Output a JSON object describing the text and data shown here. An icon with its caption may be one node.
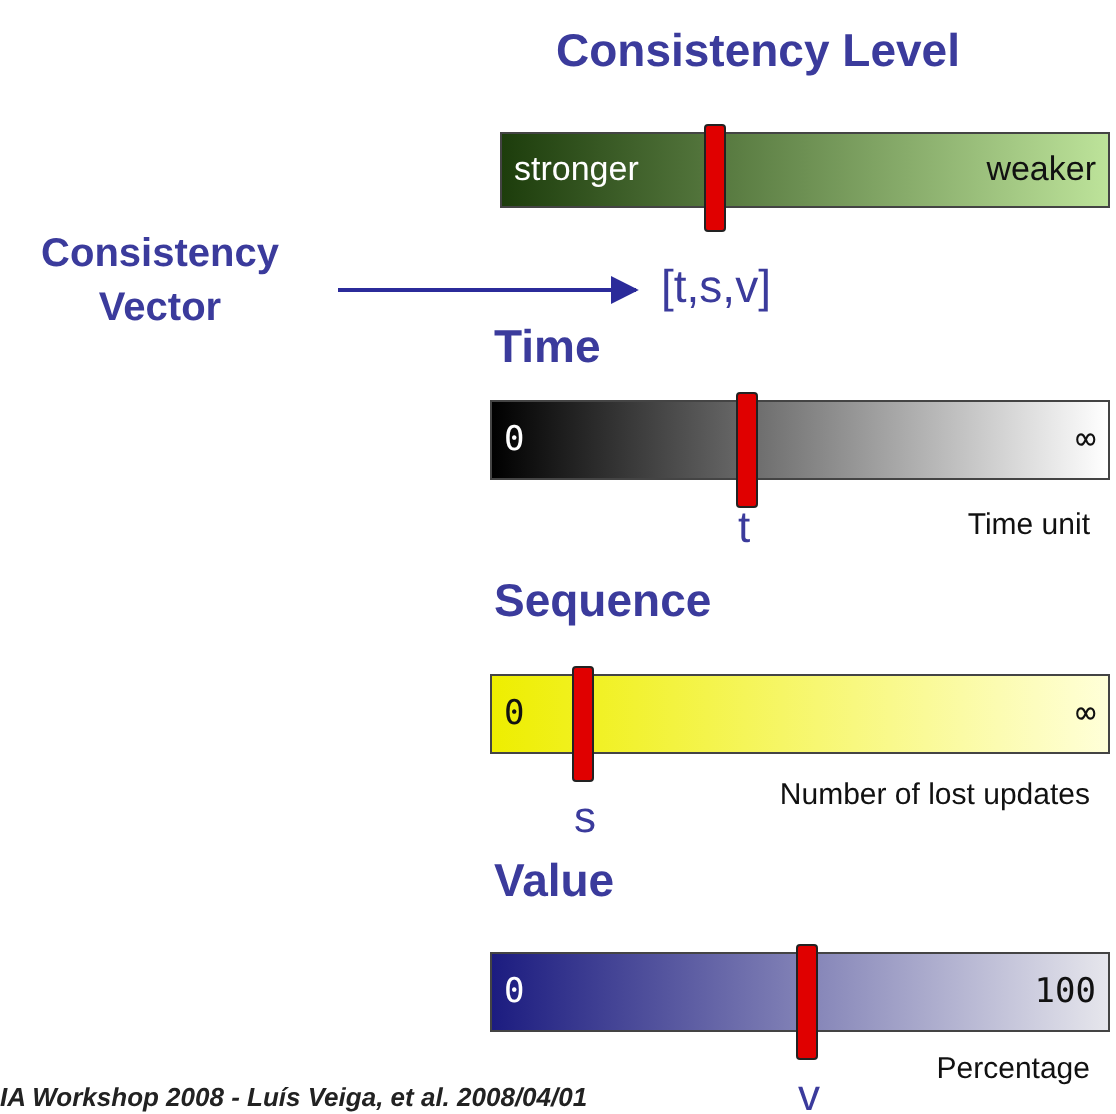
{
  "diagram": {
    "nodes": [
      {
        "text": [
          "Consistency Level",
          "stronger",
          "weaker"
        ]
      },
      {
        "text": [
          "Consistency Vector"
        ]
      },
      {
        "text": [
          "[t,s,v]"
        ]
      },
      {
        "text": [
          "Time",
          "0",
          "∞"
        ],
        "beside": [
          "t",
          "Time unit"
        ]
      },
      {
        "text": [
          "Sequence",
          "0",
          "∞"
        ],
        "beside": [
          "s",
          "Number of lost updates"
        ]
      },
      {
        "text": [
          "Value",
          "0",
          "100"
        ],
        "beside": [
          "v",
          "Percentage"
        ]
      }
    ],
    "edges": [
      {
        "from": 1,
        "to": 2,
        "arrow": "to"
      }
    ],
    "labels": [
      "IA Workshop 2008 - Luís Veiga, et al. 2008/04/01"
    ]
  }
}
